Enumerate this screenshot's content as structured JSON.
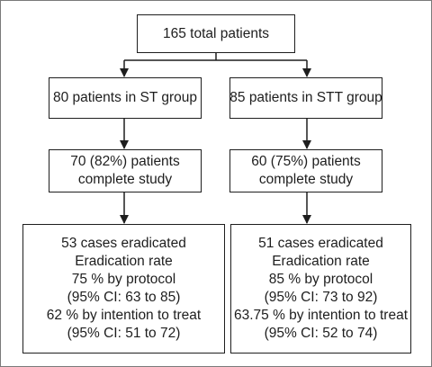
{
  "diagram": {
    "root": {
      "lines": [
        "165 total patients"
      ]
    },
    "groups": {
      "st": {
        "header": [
          "80 patients in ST group"
        ],
        "completion": [
          "70 (82%)  patients",
          "complete study"
        ],
        "results": [
          "53 cases eradicated",
          "Eradication rate",
          "75 % by protocol",
          "(95% CI: 63 to 85)",
          "62 % by intention to treat",
          "(95% CI: 51 to 72)"
        ]
      },
      "stt": {
        "header": [
          "85 patients in STT group"
        ],
        "completion": [
          "60 (75%)  patients",
          "complete study"
        ],
        "results": [
          "51 cases eradicated",
          "Eradication rate",
          "85 % by protocol",
          "(95% CI: 73 to 92)",
          "63.75 % by intention to treat",
          "(95% CI: 52 to 74)"
        ]
      }
    },
    "colors": {
      "line": "#1e1e1e",
      "border": "#7a7a7a",
      "background": "#ffffff"
    }
  }
}
